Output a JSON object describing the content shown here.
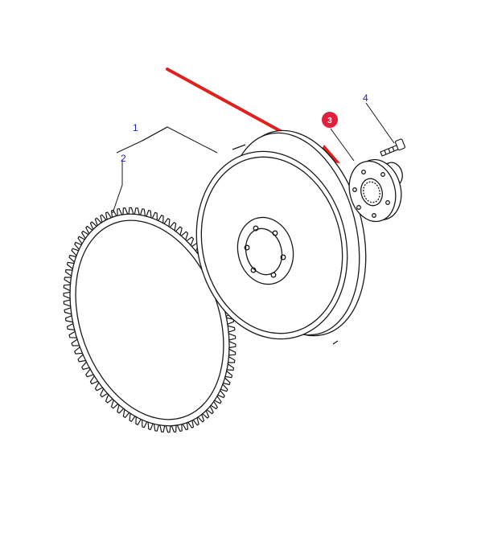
{
  "callouts": {
    "flywheel": "1",
    "ring_gear": "2",
    "flange": "3",
    "bolt": "4"
  },
  "colors": {
    "line": "#1a1a1a",
    "label": "#2020c0",
    "arrow": "#e0201c",
    "badge": "#e0203c",
    "badge_text": "#ffffff"
  }
}
